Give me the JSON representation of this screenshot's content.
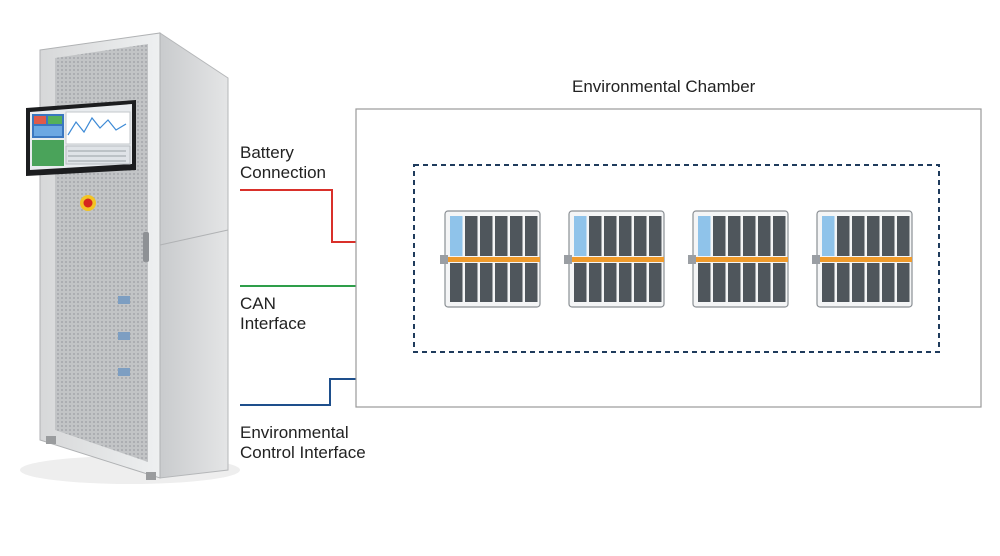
{
  "labels": {
    "chamber_title": "Environmental Chamber",
    "battery_connection": [
      "Battery",
      "Connection"
    ],
    "can_interface": [
      "CAN",
      "Interface"
    ],
    "env_control_interface": [
      "Environmental",
      "Control Interface"
    ]
  },
  "colors": {
    "battery_line": "#d9302a",
    "can_line": "#2e9e4a",
    "env_line": "#1e4f8c",
    "cell_dark": "#4f565c",
    "cell_highlight": "#8fc3ea",
    "busbar": "#ef9a2b",
    "chamber_border": "#9a9a9a",
    "dashed_border": "#1f3b5c"
  },
  "battery_modules": {
    "count": 4,
    "cells_per_row": 6
  }
}
